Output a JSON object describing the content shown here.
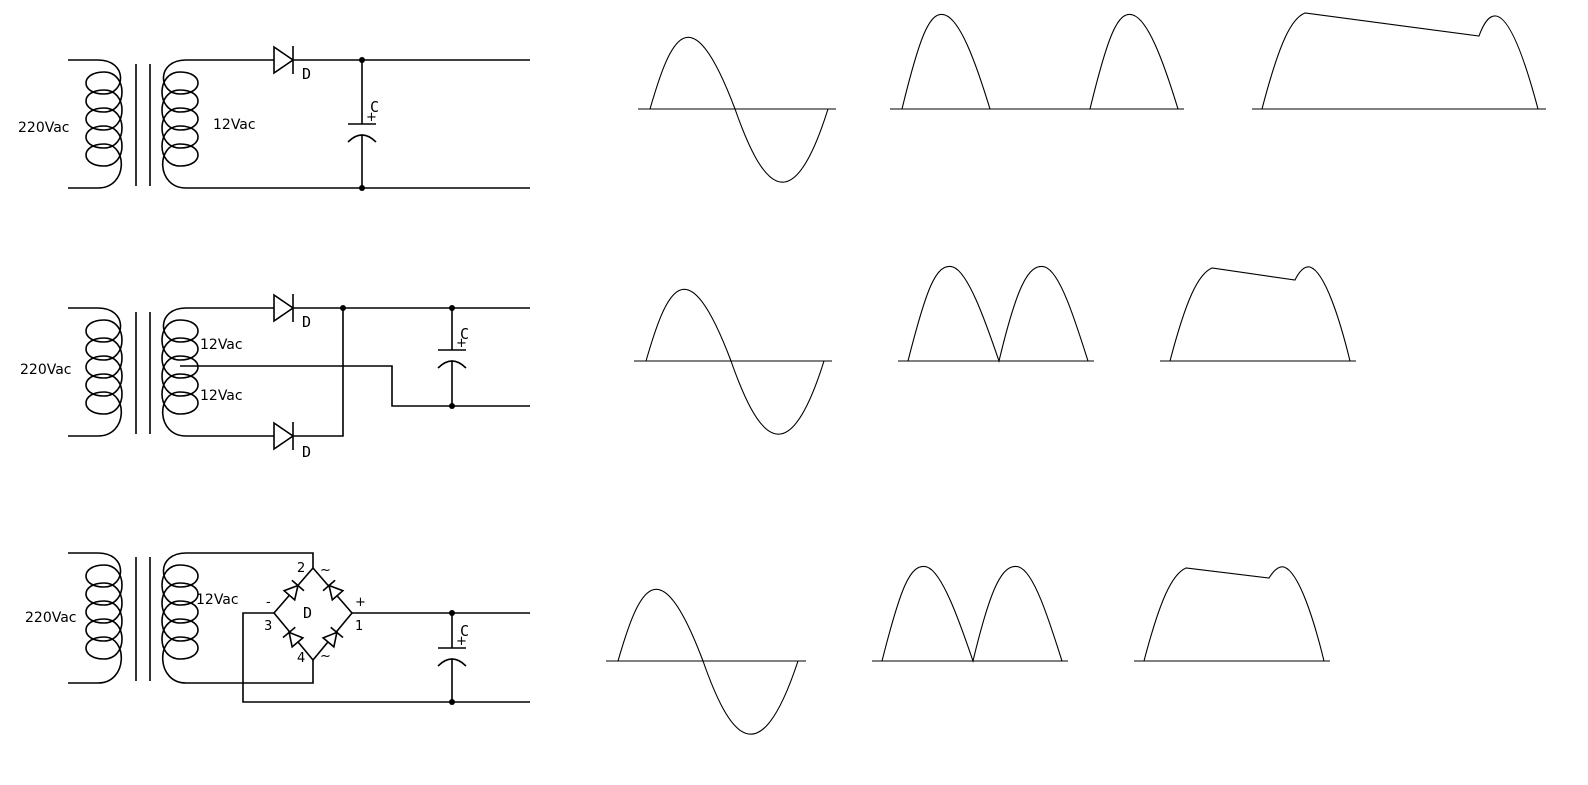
{
  "colors": {
    "background": "#ffffff",
    "ink": "#000000"
  },
  "rows": [
    {
      "id": "half-wave",
      "primary_label": "220Vac",
      "secondary_labels": [
        "12Vac"
      ],
      "diode_labels": [
        "D"
      ],
      "capacitor_label": "C",
      "capacitor_polarity": "+"
    },
    {
      "id": "center-tap",
      "primary_label": "220Vac",
      "secondary_labels": [
        "12Vac",
        "12Vac"
      ],
      "diode_labels": [
        "D",
        "D"
      ],
      "capacitor_label": "C",
      "capacitor_polarity": "+"
    },
    {
      "id": "bridge",
      "primary_label": "220Vac",
      "secondary_labels": [
        "12Vac"
      ],
      "diode_labels": [
        "D"
      ],
      "bridge_pins": [
        "2",
        "3",
        "4",
        "1"
      ],
      "bridge_marks": [
        "~",
        "~",
        "-",
        "+"
      ],
      "capacitor_label": "C",
      "capacitor_polarity": "+"
    }
  ]
}
